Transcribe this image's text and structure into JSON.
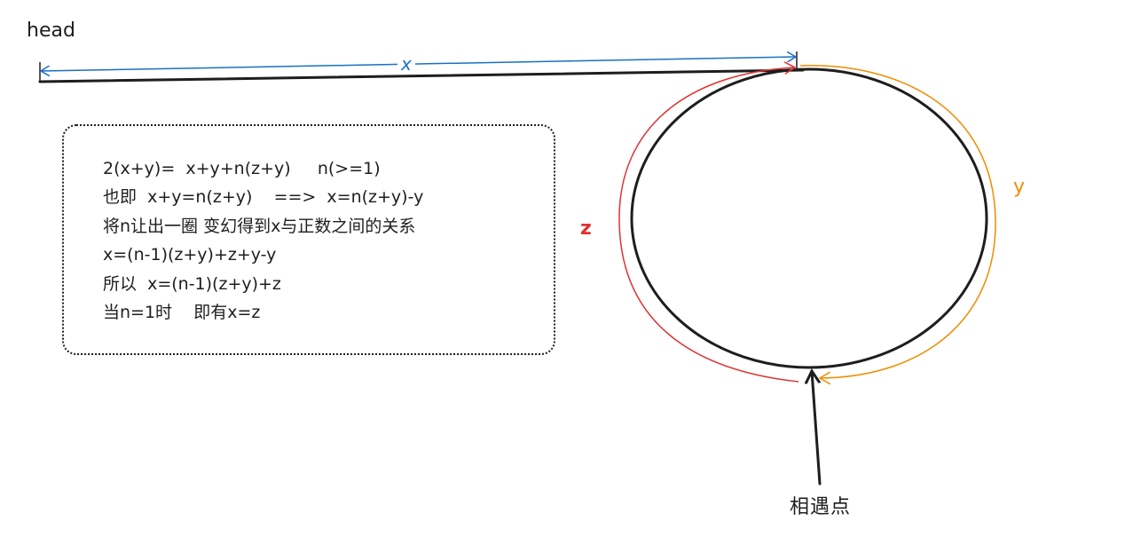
{
  "labels": {
    "head": "head",
    "x": "x",
    "y": "y",
    "z": "z",
    "meeting_point": "相遇点"
  },
  "formulas": [
    "2(x+y)=  x+y+n(z+y)     n(>=1)",
    "也即  x+y=n(z+y)    ==>  x=n(z+y)-y",
    "将n让出一圈 变幻得到x与正数之间的关系",
    "x=(n-1)(z+y)+z+y-y",
    "所以  x=(n-1)(z+y)+z",
    "当n=1时    即有x=z"
  ],
  "colors": {
    "stroke": "#1e1e1e",
    "x_dimension": "#1971c2",
    "y_path": "#f08c00",
    "z_path": "#e03131"
  }
}
